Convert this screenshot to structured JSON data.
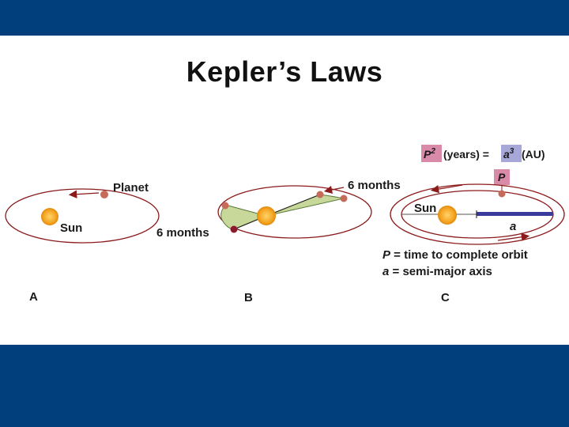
{
  "title": "Kepler’s Laws",
  "colors": {
    "band": "#003f7b",
    "orbit": "#8b1a1a",
    "sun": "#f5a623",
    "planet": "#c66a5a",
    "sweep_fill": "#c8d89a",
    "formula_pink": "#d98aa8",
    "formula_purple": "#a8a8d8"
  },
  "panels": {
    "a": {
      "letter": "A",
      "planet_label": "Planet",
      "sun_label": "Sun"
    },
    "b": {
      "letter": "B",
      "label_upper": "6 months",
      "label_lower": "6 months"
    },
    "c": {
      "letter": "C",
      "sun_label": "Sun",
      "period_symbol": "P",
      "axis_symbol": "a",
      "formula": {
        "p": "P",
        "p_exp": "2",
        "p_unit": "(years) =",
        "a": "a",
        "a_exp": "3",
        "a_unit": "(AU)"
      },
      "legend": [
        {
          "symbol": "P",
          "text": " = time to complete orbit"
        },
        {
          "symbol": "a",
          "text": " = semi-major axis"
        }
      ]
    }
  },
  "icons": [
    "sun-icon",
    "planet-icon",
    "orbit-arrow-icon"
  ]
}
